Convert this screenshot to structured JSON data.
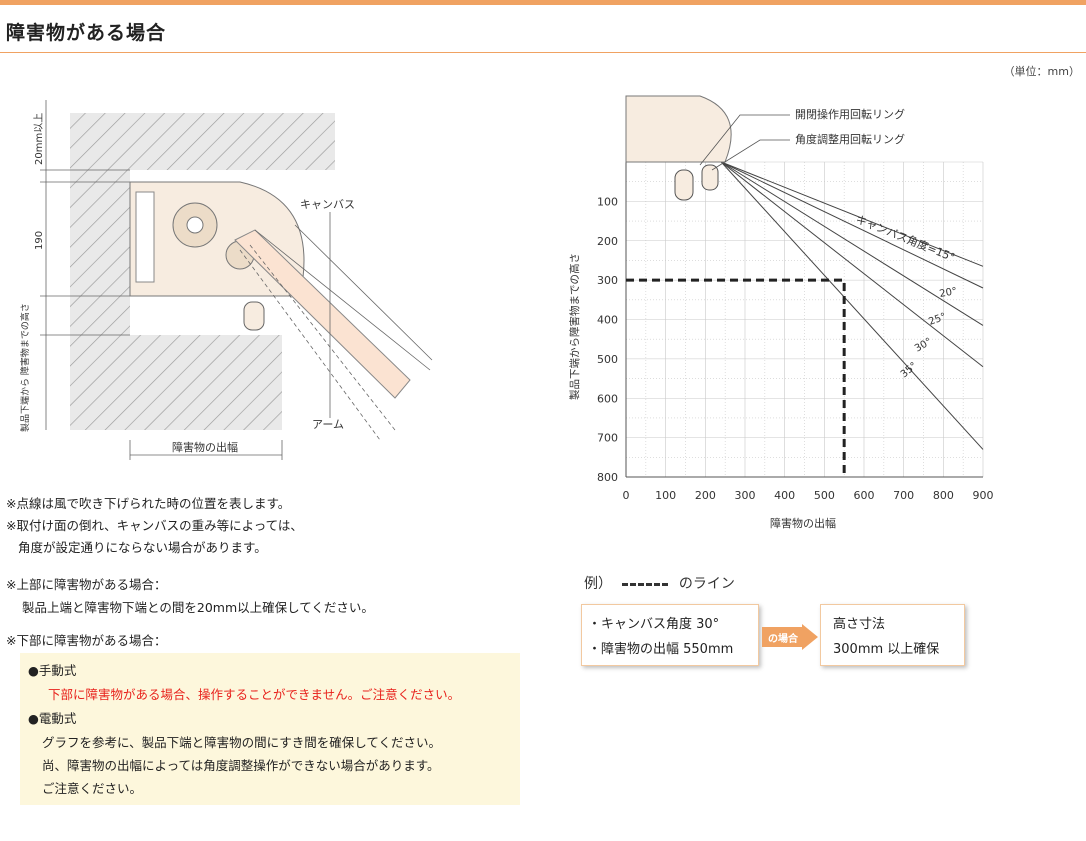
{
  "header": {
    "title": "障害物がある場合",
    "unit": "（単位：mm）"
  },
  "diagram": {
    "dim_top": "20mm以上",
    "dim_190": "190",
    "dim_side": "製品下端から 障害物までの高さ",
    "label_canvas": "キャンバス",
    "label_arm": "アーム",
    "label_width": "障害物の出幅"
  },
  "notes": {
    "n1": "※点線は風で吹き下げられた時の位置を表します。",
    "n2a": "※取付け面の倒れ、キャンバスの重み等によっては、",
    "n2b": "角度が設定通りにならない場合があります。",
    "n3": "※上部に障害物がある場合：",
    "n3b": "製品上端と障害物下端との間を20mm以上確保してください。",
    "n4": "※下部に障害物がある場合："
  },
  "box": {
    "manual_title": "●手動式",
    "manual_text": "下部に障害物がある場合、操作することができません。ご注意ください。",
    "electric_title": "●電動式",
    "electric_l1": "グラフを参考に、製品下端と障害物の間にすき間を確保してください。",
    "electric_l2": "尚、障害物の出幅によっては角度調整操作ができない場合があります。",
    "electric_l3": "ご注意ください。"
  },
  "chart_labels": {
    "ring1": "開閉操作用回転リング",
    "ring2": "角度調整用回転リング",
    "angle_15": "キャンバス角度=15°",
    "angle_20": "20°",
    "angle_25": "25°",
    "angle_30": "30°",
    "angle_35": "35°"
  },
  "chart_data": {
    "type": "line",
    "xlabel": "障害物の出幅",
    "ylabel": "製品下端から障害物までの高さ",
    "xlim": [
      0,
      900
    ],
    "ylim": [
      800,
      0
    ],
    "x_ticks": [
      0,
      100,
      200,
      300,
      400,
      500,
      600,
      700,
      800,
      900
    ],
    "y_ticks": [
      100,
      200,
      300,
      400,
      500,
      600,
      700,
      800
    ],
    "grid": true,
    "series": [
      {
        "name": "キャンバス角度=15°",
        "points": [
          [
            240,
            0
          ],
          [
            900,
            265
          ]
        ]
      },
      {
        "name": "20°",
        "points": [
          [
            240,
            0
          ],
          [
            900,
            320
          ]
        ]
      },
      {
        "name": "25°",
        "points": [
          [
            240,
            0
          ],
          [
            900,
            415
          ]
        ]
      },
      {
        "name": "30°",
        "points": [
          [
            240,
            0
          ],
          [
            900,
            520
          ]
        ]
      },
      {
        "name": "35°",
        "points": [
          [
            240,
            0
          ],
          [
            900,
            730
          ]
        ]
      }
    ],
    "example_line": {
      "points": [
        [
          0,
          300
        ],
        [
          550,
          300
        ],
        [
          550,
          800
        ]
      ]
    }
  },
  "example": {
    "legend_prefix": "例）",
    "legend_suffix": "のライン",
    "card1_l1": "・キャンバス角度 30°",
    "card1_l2": "・障害物の出幅 550mm",
    "arrow_label": "の場合",
    "card2_l1": "高さ寸法",
    "card2_l2": "300mm 以上確保"
  },
  "colors": {
    "accent": "#f0a262",
    "box_bg": "#fdf7dc",
    "warning": "#e8221c"
  }
}
